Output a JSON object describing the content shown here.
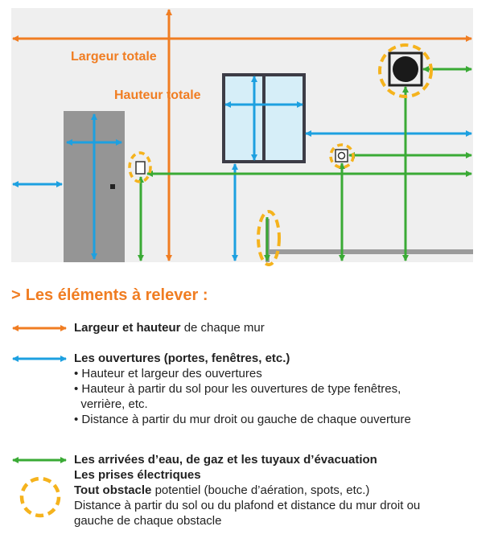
{
  "diagram": {
    "label_width": "Largeur totale",
    "label_height": "Hauteur totale"
  },
  "colors": {
    "orange": "#f07d22",
    "blue": "#1da0e0",
    "green": "#3aaa35",
    "yellow": "#f5b31d",
    "wall": "#efefef",
    "door": "#959595",
    "pipe": "#9b9b9b"
  },
  "legend": {
    "title_marker": ">",
    "title": "Les éléments à relever :",
    "row1": {
      "bold": "Largeur et hauteur",
      "rest": " de chaque mur"
    },
    "row2": {
      "heading": "Les ouvertures (portes, fenêtres, etc.)",
      "bullets": [
        "• Hauteur et largeur des ouvertures",
        "• Hauteur à partir du sol pour les ouvertures de type fenêtres,",
        "  verrière, etc.",
        "• Distance à partir du mur droit ou gauche de chaque ouverture"
      ]
    },
    "row3": {
      "line1": "Les arrivées d’eau, de gaz et les tuyaux d’évacuation",
      "line2": "Les prises électriques",
      "line3_bold": "Tout obstacle",
      "line3_rest": " potentiel (bouche d’aération, spots, etc.)",
      "line4": "Distance à partir du sol ou du plafond et distance du mur droit ou",
      "line5": "gauche de chaque obstacle"
    }
  }
}
